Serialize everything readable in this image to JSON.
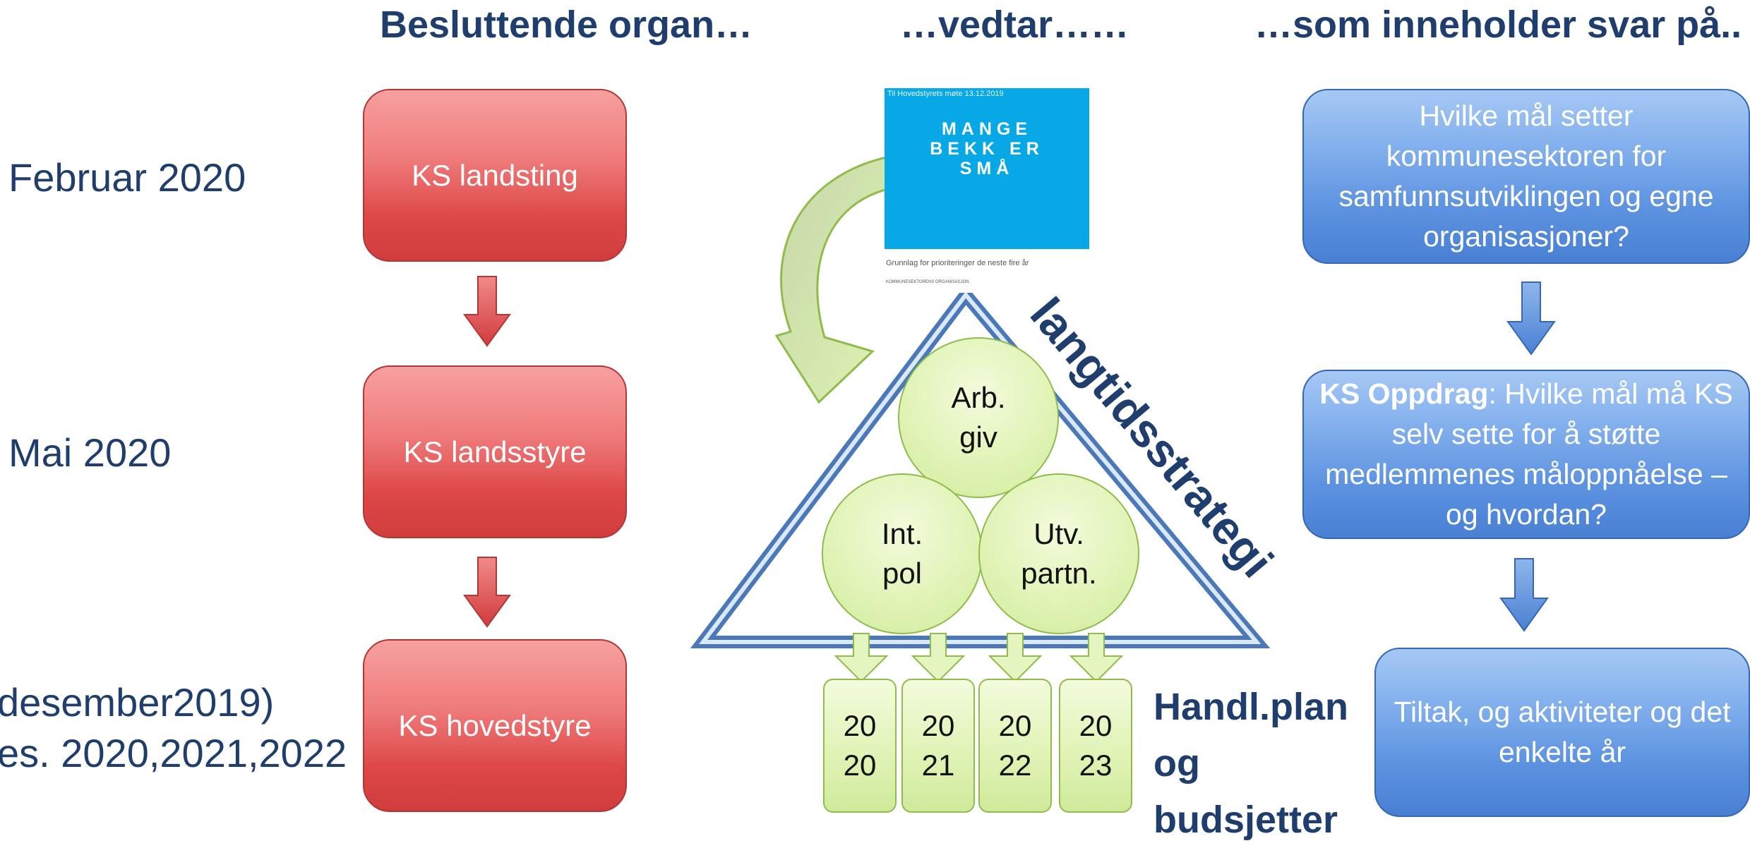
{
  "headings": {
    "left": "Besluttende organ…",
    "middle": "…vedtar……",
    "right": "…som inneholder svar på.."
  },
  "dates": [
    "Februar 2020",
    "Mai 2020",
    "desember2019)",
    "es. 2020,2021,2022"
  ],
  "bodies": [
    "KS landsting",
    "KS landsstyre",
    "KS hovedstyre"
  ],
  "document": {
    "meeting_note": "Til Hovedstyrets møte 13.12.2019",
    "title": "MANGE\nBEKK ER\nSMÅ",
    "subtitle": "Grunnlag for prioriteringer de neste fire år",
    "org": "KOMMUNESEKTORENS ORGANISASJON"
  },
  "strategy_label": "langtidsstrategi",
  "pillars": [
    "Arb.\ngiv",
    "Int.\npol",
    "Utv.\npartn."
  ],
  "years": [
    "20\n20",
    "20\n21",
    "20\n22",
    "20\n23"
  ],
  "plan_label": "Handl.plan\n og\nbudsjetter",
  "answers": {
    "q1": "Hvilke mål setter kommunesektoren for samfunnsutviklingen og egne organisasjoner?",
    "q2_bold": "KS Oppdrag",
    "q2_rest": ": Hvilke mål må KS selv sette for å støtte medlemmenes måloppnåelse – og hvordan?",
    "q3": "Tiltak, og aktiviteter og det enkelte år"
  },
  "colors": {
    "heading_text": "#1f3d6d",
    "red_box": "#dd4747",
    "blue_box": "#5b91df",
    "green_fill": "#dff3b4",
    "triangle_stroke": "#4a78b8",
    "document_blue": "#07a8e6"
  }
}
